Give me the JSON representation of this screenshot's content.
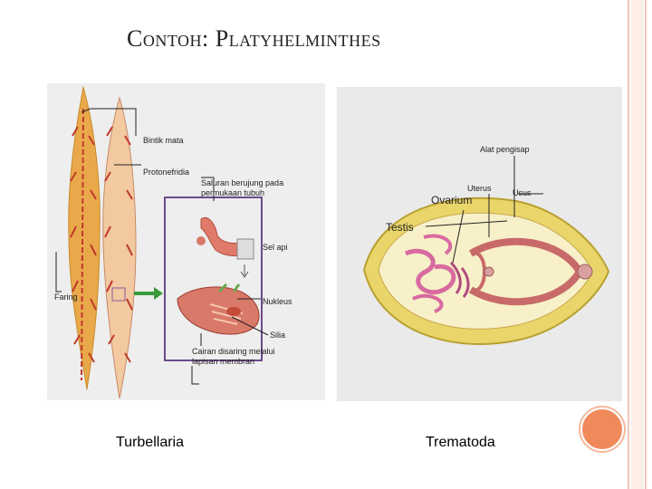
{
  "slide": {
    "title": "Contoh: Platyhelminthes"
  },
  "left_diagram": {
    "caption": "Turbellaria",
    "labels": {
      "bintik_mata": "Bintik mata",
      "protonefridia": "Protonefridia",
      "saluran": "Saluran berujung pada permukaan tubuh",
      "sel_api": "Sel api",
      "faring": "Faring",
      "nukleus": "Nukleus",
      "silia": "Silia",
      "cairan": "Cairan disaring melalui lapisan membran"
    }
  },
  "right_diagram": {
    "caption": "Trematoda",
    "labels": {
      "alat_pengisap": "Alat pengisap",
      "uterus": "Uterus",
      "usus": "Usus",
      "ovarium": "Ovarium",
      "testis": "Testis"
    }
  },
  "colors": {
    "accent": "#f08a5b",
    "purple_box": "#6b4a8c",
    "worm_body": "#e9a94a",
    "worm_gut": "#c0392b",
    "fluke_rim": "#e9d56a",
    "fluke_inner": "#c96a6a"
  }
}
